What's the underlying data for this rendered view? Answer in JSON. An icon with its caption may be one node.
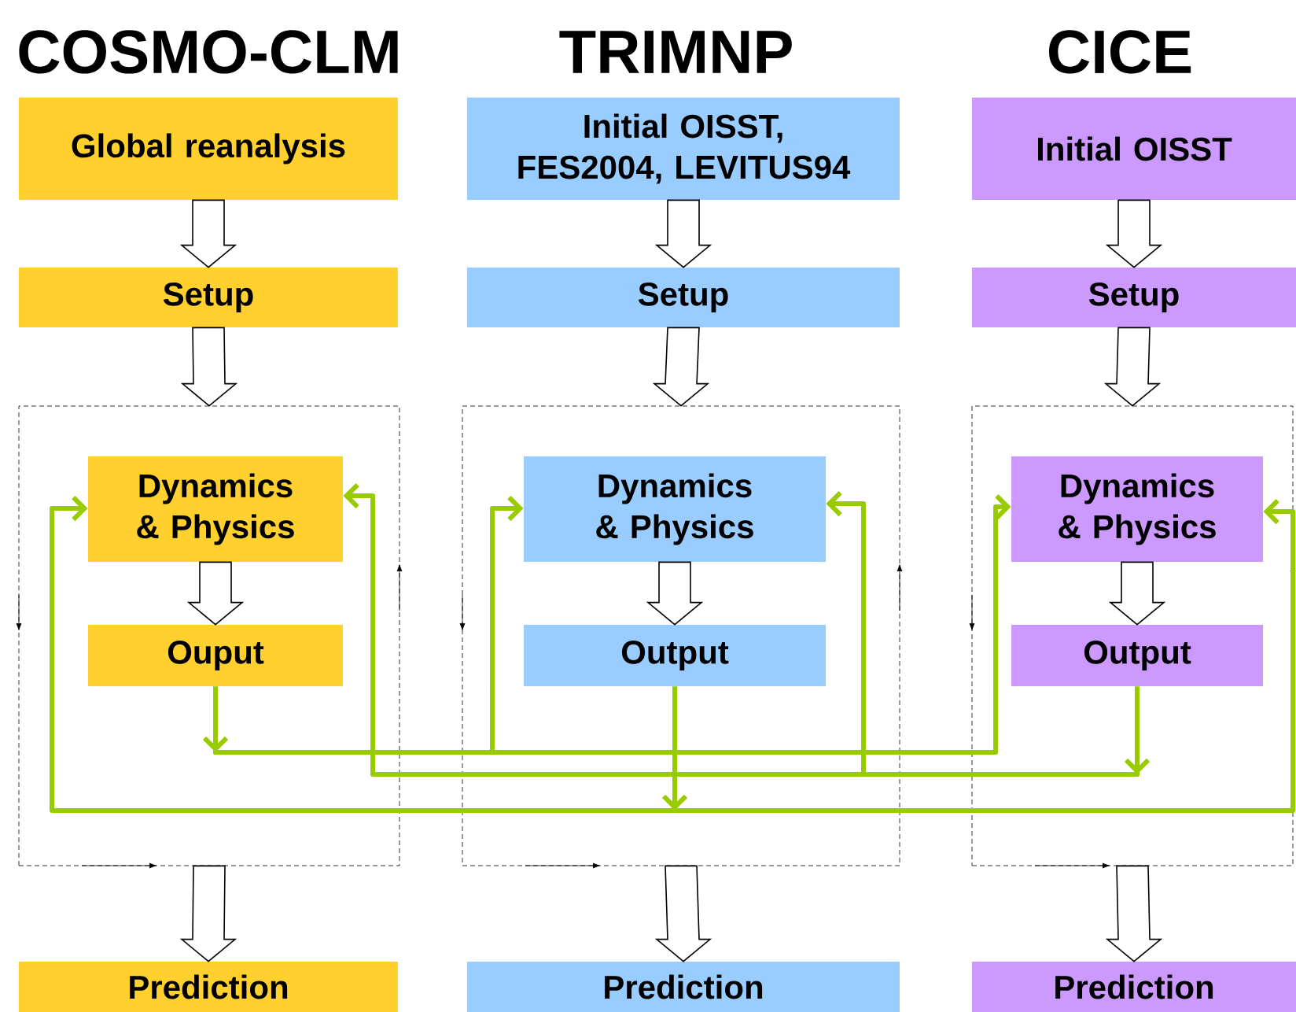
{
  "diagram": {
    "nodes": [
      {
        "text": [
          "Global reanalysis"
        ]
      },
      {
        "text": [
          "Initial OISST, FES2004, LEVITUS94"
        ]
      },
      {
        "text": [
          "Initial OISST"
        ]
      },
      {
        "text": [
          "Setup"
        ]
      },
      {
        "text": [
          "Setup"
        ]
      },
      {
        "text": [
          "Setup"
        ]
      },
      {
        "text": [],
        "shape": "box"
      },
      {
        "text": [],
        "shape": "box"
      },
      {
        "text": [],
        "shape": "box"
      },
      {
        "text": [
          "Dynamics & Physics"
        ],
        "in": 6
      },
      {
        "text": [
          "Dynamics & Physics"
        ],
        "in": 7
      },
      {
        "text": [
          "Dynamics & Physics"
        ],
        "in": 8
      },
      {
        "text": [
          "Ouput"
        ],
        "in": 6
      },
      {
        "text": [
          "Output"
        ],
        "in": 7
      },
      {
        "text": [
          "Output"
        ],
        "in": 8
      },
      {
        "text": [
          "Prediction"
        ]
      },
      {
        "text": [
          "Prediction"
        ]
      },
      {
        "text": [
          "Prediction"
        ]
      }
    ],
    "edges": [
      {
        "from": 0,
        "to": 3,
        "arrow": "to"
      },
      {
        "from": 1,
        "to": 4,
        "arrow": "to"
      },
      {
        "from": 2,
        "to": 5,
        "arrow": "to"
      },
      {
        "from": 3,
        "to": 6,
        "arrow": "to"
      },
      {
        "from": 4,
        "to": 7,
        "arrow": "to"
      },
      {
        "from": 5,
        "to": 8,
        "arrow": "to"
      },
      {
        "from": 9,
        "to": 12,
        "arrow": "to"
      },
      {
        "from": 10,
        "to": 13,
        "arrow": "to"
      },
      {
        "from": 11,
        "to": 14,
        "arrow": "to"
      },
      {
        "from": 6,
        "to": 15,
        "arrow": "to"
      },
      {
        "from": 7,
        "to": 16,
        "arrow": "to"
      },
      {
        "from": 8,
        "to": 17,
        "arrow": "to"
      },
      {
        "from": 12,
        "to": 10,
        "arrow": "to",
        "color": "#99cc00"
      },
      {
        "from": 12,
        "to": 11,
        "arrow": "to",
        "color": "#99cc00"
      },
      {
        "from": 14,
        "to": 9,
        "arrow": "to",
        "color": "#99cc00"
      },
      {
        "from": 14,
        "to": 10,
        "arrow": "to",
        "color": "#99cc00"
      },
      {
        "from": 13,
        "to": 9,
        "arrow": "to",
        "color": "#99cc00"
      },
      {
        "from": 13,
        "to": 11,
        "arrow": "to",
        "color": "#99cc00"
      }
    ],
    "labels": [
      "COSMO-CLM",
      "TRIMNP",
      "CICE"
    ]
  }
}
